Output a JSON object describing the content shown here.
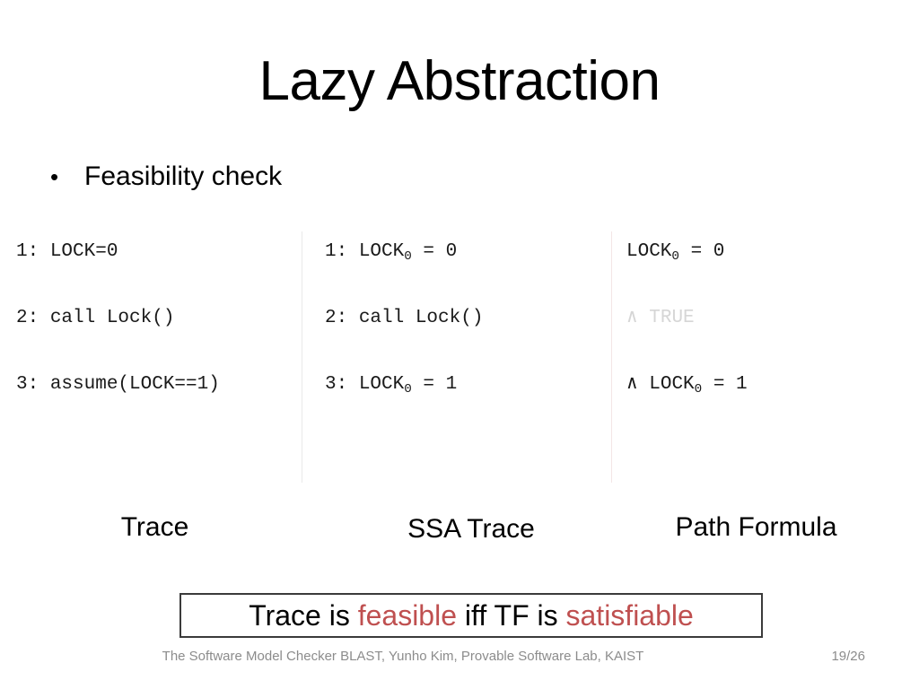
{
  "slide": {
    "title": "Lazy Abstraction",
    "bullet_marker": "•",
    "bullet_text": "Feasibility check"
  },
  "columns": [
    {
      "caption": "Trace",
      "lines": [
        {
          "prefix": "1: ",
          "body": "LOCK=0",
          "sub": "",
          "tail": "",
          "faded": false
        },
        {
          "prefix": "2: ",
          "body": "call Lock()",
          "sub": "",
          "tail": "",
          "faded": false
        },
        {
          "prefix": "3: ",
          "body": "assume(LOCK==1)",
          "sub": "",
          "tail": "",
          "faded": false
        }
      ]
    },
    {
      "caption": "SSA Trace",
      "lines": [
        {
          "prefix": "1: ",
          "body": "LOCK",
          "sub": "0",
          "tail": " = 0",
          "faded": false
        },
        {
          "prefix": "2: ",
          "body": "call Lock()",
          "sub": "",
          "tail": "",
          "faded": false
        },
        {
          "prefix": "3: ",
          "body": "LOCK",
          "sub": "0",
          "tail": " = 1",
          "faded": false
        }
      ]
    },
    {
      "caption": "Path Formula",
      "lines": [
        {
          "prefix": "",
          "body": "LOCK",
          "sub": "0",
          "tail": " = 0",
          "faded": false
        },
        {
          "prefix": "",
          "body": "∧ TRUE",
          "sub": "",
          "tail": "",
          "faded": true
        },
        {
          "prefix": "",
          "body": "∧ LOCK",
          "sub": "0",
          "tail": " = 1",
          "faded": false
        }
      ]
    }
  ],
  "statement": {
    "part_1": "Trace is ",
    "highlight_1": "feasible",
    "part_2": " iff TF is ",
    "highlight_2": "satisfiable",
    "highlight_color": "#bf5050"
  },
  "footer": {
    "note": "The Software Model Checker BLAST, Yunho Kim, Provable Software Lab, KAIST",
    "page": "19/26"
  }
}
